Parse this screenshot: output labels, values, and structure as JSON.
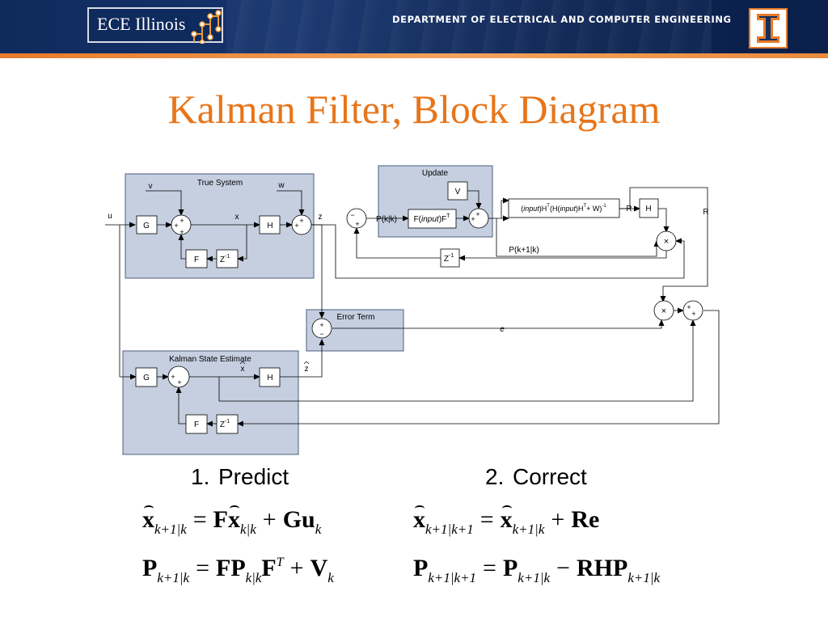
{
  "header": {
    "logo_text": "ECE Illinois",
    "department": "DEPARTMENT OF ELECTRICAL AND COMPUTER ENGINEERING",
    "colors": {
      "navy": "#0f2a5c",
      "orange": "#e87a2a"
    }
  },
  "title": "Kalman Filter, Block Diagram",
  "diagram": {
    "true_system": {
      "label": "True System",
      "v": "v",
      "w": "w",
      "x": "x",
      "z": "z",
      "G": "G",
      "H": "H",
      "F": "F",
      "Z": "Z",
      "zexp": "-1"
    },
    "update": {
      "label": "Update",
      "V": "V",
      "pkk": "P(k|k)",
      "f_pre": "F(",
      "f_in": "input",
      "f_post": ")F",
      "f_sup": "T",
      "Z": "Z",
      "zexp": "-1"
    },
    "gain": {
      "p1": "(",
      "in1": "input",
      "p2": ")H",
      "s1": "T",
      "p3": "(H(",
      "in2": "input",
      "p4": ")H",
      "s2": "T",
      "p5": "+ W)",
      "s3": "-1"
    },
    "R": "R",
    "H": "H",
    "pk1k": "P(k+1|k)",
    "u": "u",
    "error_term": {
      "label": "Error Term",
      "e": "e"
    },
    "estimate": {
      "label": "Kalman State Estimate",
      "x": "x",
      "z": "z",
      "G": "G",
      "H": "H",
      "F": "F",
      "Z": "Z",
      "zexp": "-1"
    },
    "signs": {
      "plus": "+",
      "minus": "−",
      "times": "×"
    }
  },
  "steps": {
    "predict": {
      "num": "1.",
      "label": "Predict"
    },
    "correct": {
      "num": "2.",
      "label": "Correct"
    }
  },
  "equations": {
    "x": "x",
    "F": "F",
    "G": "G",
    "u": "u",
    "P": "P",
    "T": "T",
    "V": "V",
    "R": "R",
    "e": "e",
    "H": "H",
    "eq": "=",
    "plus": "+",
    "minus": "−",
    "k1k": "k+1|k",
    "kk": "k|k",
    "k": "k",
    "k1k1": "k+1|k+1"
  }
}
